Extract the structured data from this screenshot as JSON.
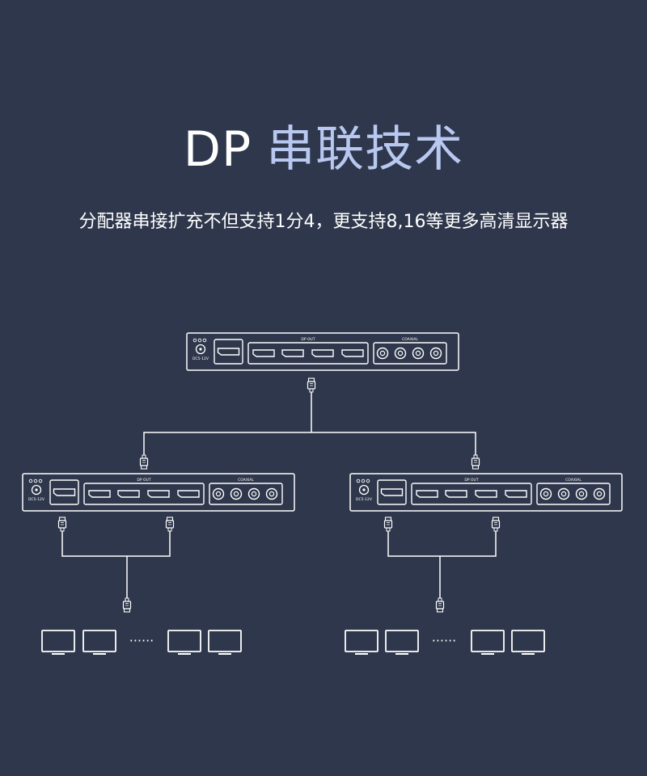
{
  "title_prefix": "DP",
  "title_main": "串联技术",
  "subtitle": "分配器串接扩充不但支持1分4，更支持8,16等更多高清显示器",
  "device_labels": {
    "dp_out": "DP OUT",
    "coaxial": "COAXIAL",
    "power": "DC5-12V"
  },
  "ellipsis": "······",
  "colors": {
    "background": "#2e374b",
    "title_accent": "#b9c8f0",
    "line": "#ffffff"
  }
}
